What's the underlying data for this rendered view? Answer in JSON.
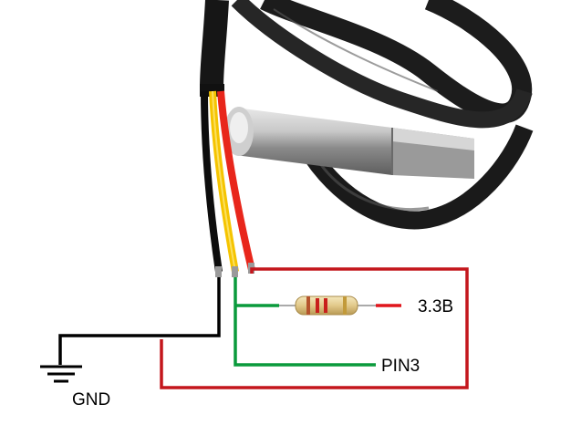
{
  "labels": {
    "gnd": "GND",
    "supply": "3.3В",
    "pin": "PIN3"
  },
  "colors": {
    "gnd_wire": "#000000",
    "vcc_wire": "#c4161c",
    "data_wire": "#0a9a3c",
    "cable_black": "#1a1a1a",
    "wire_red": "#e8261b",
    "wire_yellow": "#f5c400",
    "probe_steel": "#b9b9b9",
    "resistor_body": "#e6d29a"
  },
  "icons": [
    "ground-symbol-icon",
    "resistor-icon",
    "temperature-probe-icon"
  ]
}
